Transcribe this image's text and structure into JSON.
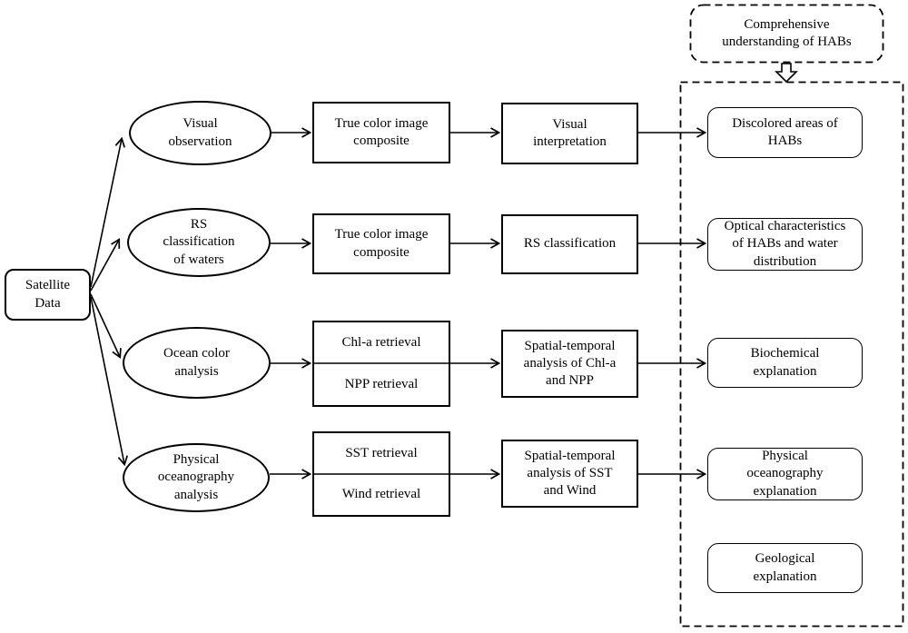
{
  "colors": {
    "stroke": "#000000",
    "background": "#ffffff"
  },
  "nodes": {
    "satellite": "Satellite\nData",
    "ellipse_visual": "Visual\nobservation",
    "ellipse_rs": "RS\nclassification\nof waters",
    "ellipse_ocean": "Ocean color\nanalysis",
    "ellipse_physical": "Physical\noceanography\nanalysis",
    "box_true_color_1": "True color image\ncomposite",
    "box_true_color_2": "True color image\ncomposite",
    "box_chla": "Chl-a retrieval",
    "box_npp": "NPP retrieval",
    "box_sst": "SST retrieval",
    "box_wind": "Wind retrieval",
    "box_visual_interp": "Visual\ninterpretation",
    "box_rs_class": "RS classification",
    "box_st_chla": "Spatial-temporal\nanalysis of Chl-a\nand NPP",
    "box_st_sst": "Spatial-temporal\nanalysis of SST\nand Wind",
    "result_discolored": "Discolored areas of\nHABs",
    "result_optical": "Optical characteristics\nof HABs and water\ndistribution",
    "result_biochemical": "Biochemical\nexplanation",
    "result_physical": "Physical\noceanography\nexplanation",
    "result_geological": "Geological\nexplanation",
    "comprehensive": "Comprehensive\nunderstanding of HABs"
  }
}
